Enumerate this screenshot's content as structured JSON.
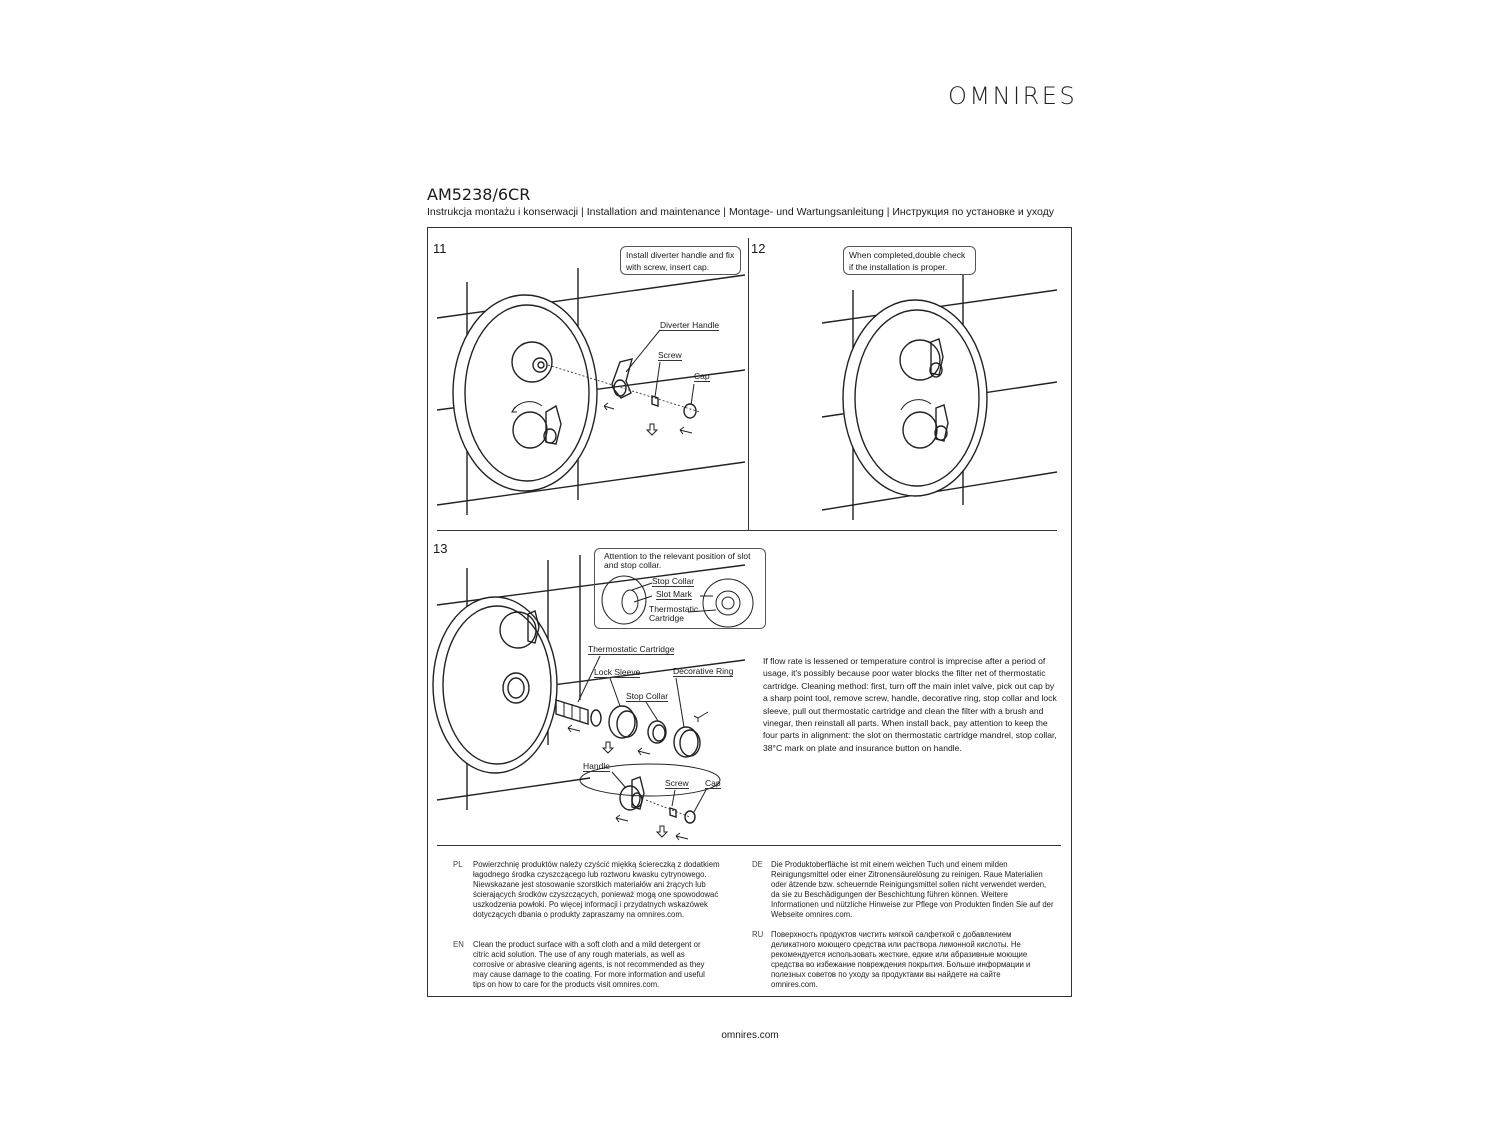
{
  "brand": "OMNIRES",
  "model": "AM5238/6CR",
  "subtitle": "Instrukcja montażu i konserwacji | Installation and maintenance | Montage- und Wartungsanleitung | Инструкция по установке и уходу",
  "steps": {
    "s11": {
      "number": "11",
      "callout": "Install diverter handle and fix with screw, insert cap.",
      "labels": {
        "diverter_handle": "Diverter Handle",
        "screw": "Screw",
        "cap": "Cap"
      }
    },
    "s12": {
      "number": "12",
      "callout": "When completed,double check if the installation is proper."
    },
    "s13": {
      "number": "13",
      "callout": "Attention to the relevant position of slot and stop collar.",
      "inset_labels": {
        "stop_collar": "Stop Collar",
        "slot_mark": "Slot Mark",
        "thermostatic_cartridge": "Thermostatic Cartridge"
      },
      "labels": {
        "thermostatic_cartridge": "Thermostatic Cartridge",
        "lock_sleeve": "Lock Sleeve",
        "decorative_ring": "Decorative Ring",
        "stop_collar": "Stop Collar",
        "handle": "Handle",
        "screw": "Screw",
        "cap": "Cap"
      },
      "paragraph": "If flow rate is lessened or temperature control is imprecise after a period of usage, it's possibly because poor water blocks the filter net of thermostatic cartridge. Cleaning method: first, turn off the main inlet valve, pick out cap by a sharp point tool, remove screw, handle, decorative ring, stop collar and lock sleeve, pull out thermostatic cartridge and clean the filter with a brush and vinegar, then reinstall all parts. When install back, pay attention to keep the four parts in alignment: the slot on thermostatic cartridge mandrel, stop collar, 38°C mark on plate and insurance button on handle."
    }
  },
  "care": {
    "pl": {
      "code": "PL",
      "text": "Powierzchnię produktów należy czyścić miękką ściereczką z dodatkiem łagodnego środka czyszczącego lub roztworu kwasku cytrynowego. Niewskazane jest stosowanie szorstkich materiałów ani żrących lub ścierających środków czyszczących, ponieważ mogą one spowodować uszkodzenia powłoki. Po więcej informacji i przydatnych wskazówek dotyczących dbania o produkty zapraszamy na omnires.com."
    },
    "en": {
      "code": "EN",
      "text": "Clean the product surface with a soft cloth and a mild detergent or citric acid solution. The use of any rough materials, as well as corrosive or abrasive cleaning agents, is not recommended as they may cause damage to the coating. For more information and useful tips on how to care for the products visit omnires.com."
    },
    "de": {
      "code": "DE",
      "text": "Die Produktoberfläche ist mit einem weichen Tuch und einem milden Reinigungsmittel oder einer Zitronensäurelösung zu reinigen. Raue Materialien oder ätzende bzw. scheuernde Reinigungsmittel sollen nicht verwendet werden, da sie zu Beschädigungen der Beschichtung führen können. Weitere Informationen und nützliche Hinweise zur Pflege von Produkten finden Sie auf der Webseite omnires.com."
    },
    "ru": {
      "code": "RU",
      "text": "Поверхность продуктов чистить мягкой салфеткой с добавлением деликатного моющего средства или раствора лимонной кислоты. Не рекомендуется использовать жесткие, едкие или абразивные моющие средства во избежание повреждения покрытия. Больше информации и полезных советов по уходу за продуктами вы найдете на сайте omnires.com."
    }
  },
  "footer": "omnires.com"
}
